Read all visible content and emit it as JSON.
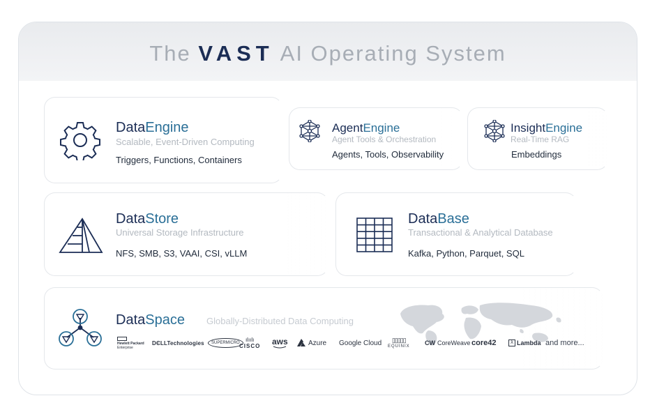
{
  "title": {
    "prefix": "The",
    "brand": "VAST",
    "suffix": "AI Operating System"
  },
  "cards": {
    "dataengine": {
      "head_a": "Data",
      "head_b": "Engine",
      "subtitle": "Scalable, Event-Driven Computing",
      "items": "Triggers, Functions, Containers",
      "icon": "gear-icon"
    },
    "agentengine": {
      "head_a": "Agent",
      "head_b": "Engine",
      "subtitle": "Agent Tools & Orchestration",
      "items": "Agents, Tools, Observability",
      "icon": "neural-network-icon"
    },
    "insightengine": {
      "head_a": "Insight",
      "head_b": "Engine",
      "subtitle": "Real-Time RAG",
      "items": "Embeddings",
      "icon": "neural-network-icon"
    },
    "datastore": {
      "head_a": "Data",
      "head_b": "Store",
      "subtitle": "Universal Storage Infrastructure",
      "items": "NFS, SMB, S3, VAAI, CSI, vLLM",
      "icon": "layered-pyramid-icon"
    },
    "database": {
      "head_a": "Data",
      "head_b": "Base",
      "subtitle": "Transactional & Analytical Database",
      "items": "Kafka, Python, Parquet, SQL",
      "icon": "grid-table-icon"
    },
    "dataspace": {
      "head_a": "Data",
      "head_b": "Space",
      "subtitle": "Globally-Distributed Data Computing",
      "icon": "connected-nodes-icon"
    }
  },
  "partners": {
    "hpe_1": "Hewlett Packard",
    "hpe_2": "Enterprise",
    "dell": "DЄLLTechnologies",
    "supermicro": "SUPERMICRO",
    "cisco": "CISCO",
    "aws": "aws",
    "azure": "Azure",
    "google": "Google Cloud",
    "equinix": "EQUINIX",
    "coreweave": "CoreWeave",
    "core42": "core42",
    "lambda": "Lambda",
    "more": "and more..."
  },
  "colors": {
    "navy": "#1b2d55",
    "accent": "#2a6f97",
    "muted": "#b3b9c0"
  }
}
